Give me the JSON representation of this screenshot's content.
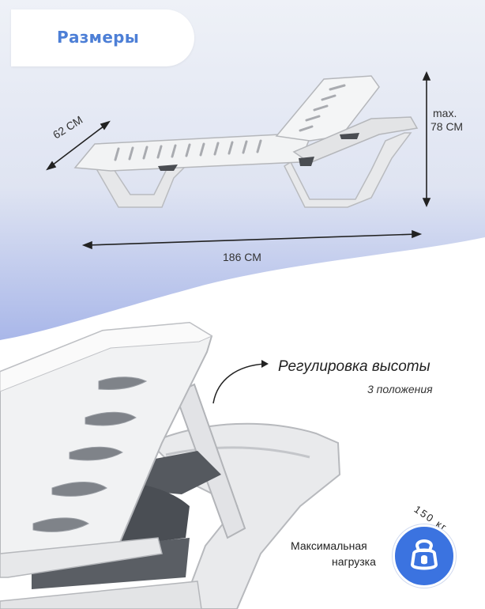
{
  "header": {
    "title": "Размеры"
  },
  "dimensions": {
    "width": "62 СМ",
    "height_line1": "max.",
    "height_line2": "78 СМ",
    "length": "186 СМ"
  },
  "feature": {
    "title": "Регулировка высоты",
    "subtitle": "3 положения"
  },
  "load": {
    "label_line1": "Максимальная",
    "label_line2": "нагрузка",
    "value": "150 кг"
  },
  "colors": {
    "accent": "#3b73e0",
    "title": "#4d7fd6",
    "panel_top": "#eef1f7",
    "panel_bottom": "#aab8e8"
  },
  "icons": [
    "kettlebell-icon",
    "curved-arrow-icon"
  ]
}
